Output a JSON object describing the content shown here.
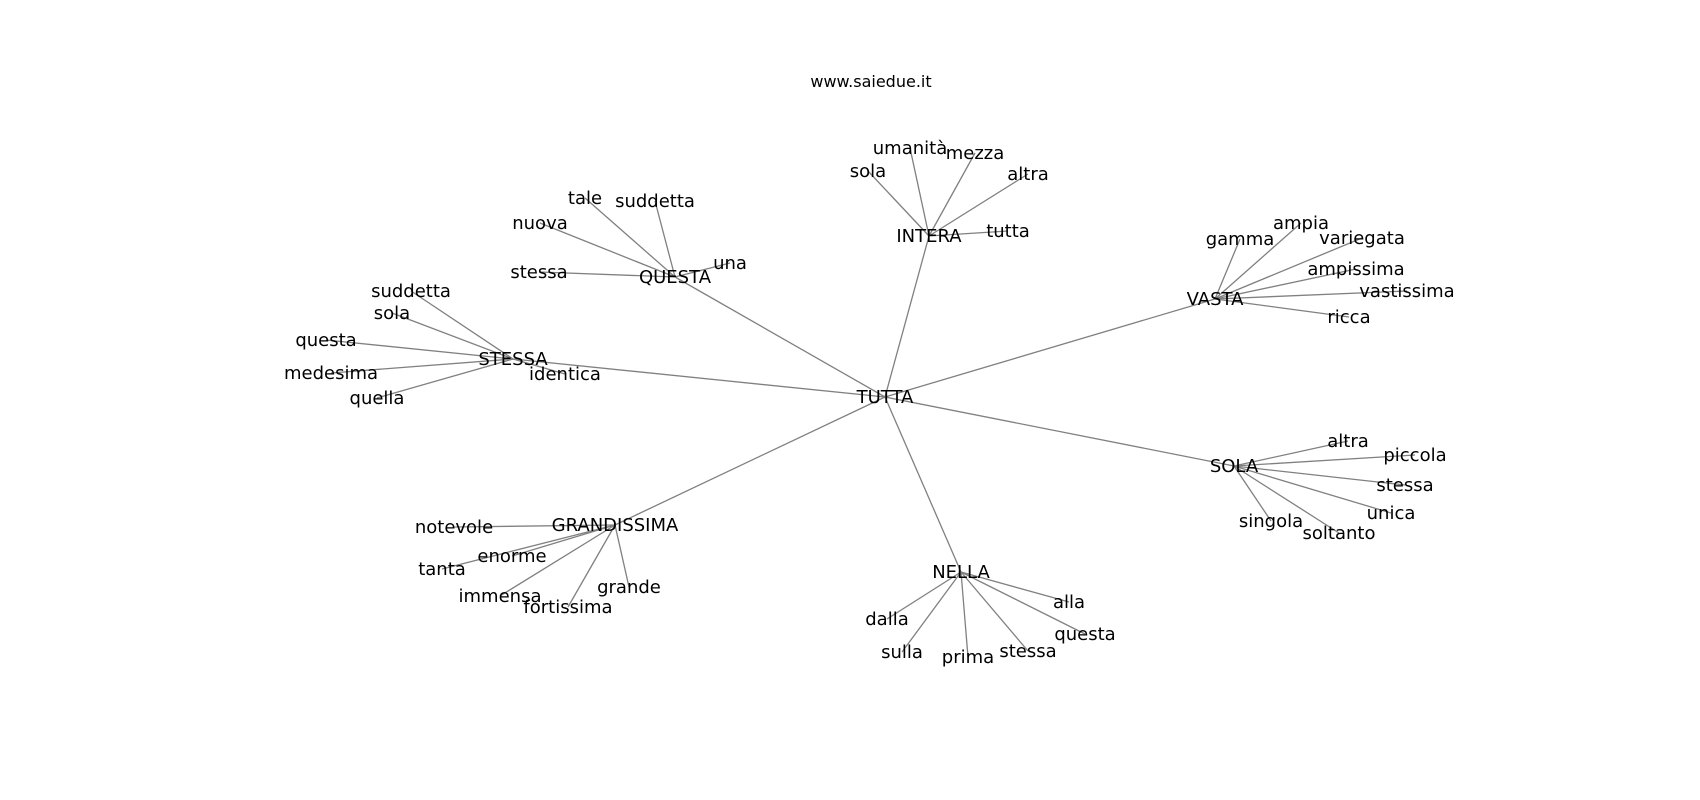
{
  "title": "www.saiedue.it",
  "root": "TUTTA",
  "groups": [
    {
      "hub": "INTERA",
      "leaves": [
        "umanità",
        "mezza",
        "sola",
        "altra",
        "tutta"
      ]
    },
    {
      "hub": "QUESTA",
      "leaves": [
        "tale",
        "suddetta",
        "nuova",
        "una",
        "stessa"
      ]
    },
    {
      "hub": "STESSA",
      "leaves": [
        "suddetta",
        "sola",
        "questa",
        "identica",
        "medesima",
        "quella"
      ]
    },
    {
      "hub": "VASTA",
      "leaves": [
        "ampia",
        "gamma",
        "variegata",
        "ampissima",
        "vastissima",
        "ricca"
      ]
    },
    {
      "hub": "SOLA",
      "leaves": [
        "altra",
        "piccola",
        "stessa",
        "unica",
        "singola",
        "soltanto"
      ]
    },
    {
      "hub": "GRANDISSIMA",
      "leaves": [
        "notevole",
        "enorme",
        "tanta",
        "grande",
        "immensa",
        "fortissima"
      ]
    },
    {
      "hub": "NELLA",
      "leaves": [
        "alla",
        "dalla",
        "questa",
        "sulla",
        "stessa",
        "prima"
      ]
    }
  ]
}
